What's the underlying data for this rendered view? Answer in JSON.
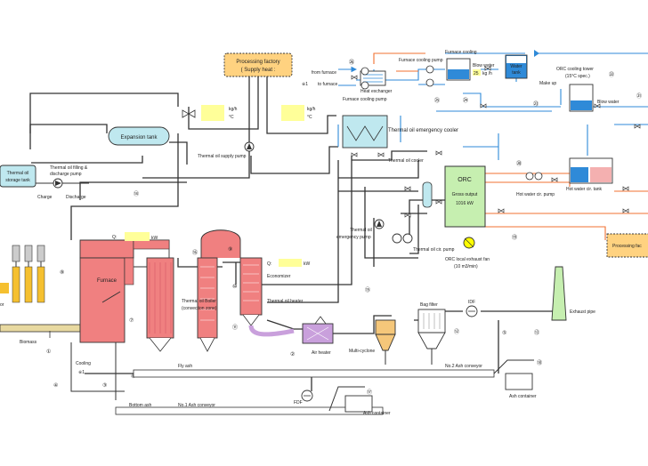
{
  "colors": {
    "furnace": "#f08080",
    "furnace_dark": "#e06070",
    "orc": "#c6efb0",
    "air_heater": "#c9a0dc",
    "cyclone": "#f5c77a",
    "expansion_tank": "#bfe8ef",
    "thermal_oil_line": "#333333",
    "water_line": "#2f8ad8",
    "hot_water_line": "#f07030",
    "yellow_box": "#ffff99",
    "factory_box": "#ffd280"
  },
  "labels": {
    "processing_factory_title": "Processing factory",
    "processing_factory_sub": "( Supply heat :",
    "processing_factory_right": "Processing fac",
    "expansion_tank": "Expansion tank",
    "thermal_oil_storage": "Thermal oil storage tank",
    "filling_pump": "Thermal oil filling & discharge pump",
    "charge": "Charge",
    "discharge": "Discharge",
    "thermal_oil_supply_pump": "Thermal oil supply pump",
    "kg_h": "kg/h",
    "deg_c": "°C",
    "from_furnace": "from furnace",
    "to_furnace": "to furnace",
    "furnace_cooling_pump_top": "Furnace cooling pump",
    "furnace_cooling_pump_bottom": "Furnace cooling pump",
    "furnace_cooling": "Furnace cooling",
    "blow_water": "Blow water",
    "heat_exchanger": "Heat exchanger",
    "water_tank": "Water tank",
    "orc_cooling_tower": "ORC cooling tower",
    "orc_cooling_spec": "(15°C spec.)",
    "make_up": "Make up",
    "blow_water_right": "Blow water",
    "emergency_cooler": "Thermal oil emergency cooler",
    "thermal_oil_cooler": "Thermal oil cooler",
    "orc_title": "ORC",
    "orc_output": "Gross output",
    "orc_kw": "1016  kW",
    "hot_water_pump": "Hot water cir. pump",
    "hot_water_tank": "Hot water cir. tank",
    "emergency_pump": "Thermal oil emergency pump",
    "thermal_oil_cir_pump": "Thermal oil cir. pump",
    "orc_fan": "ORC local exhaust fan",
    "orc_fan_flow": "(10 m3/min)",
    "furnace": "Furnace",
    "q_kw": "kW",
    "q_prefix": "Q:",
    "economizer": "Economizer",
    "thermal_oil_heater": "Thermal oil heater",
    "thermal_oil_boiler": "Thermal oil Boiler",
    "convection_zone": "(convection zone)",
    "air_heater": "Air heater",
    "multi_cyclone": "Multi-cyclone",
    "bag_filter": "Bag filter",
    "idf": "IDF",
    "exhaust_pipe": "Exhaust pipe",
    "biomass": "Biomass",
    "cooling": "Cooling",
    "cooling_1": "※1",
    "from_furnace_marker": "※1",
    "fly_ash": "Fly ash",
    "no2_conveyor": "No.2 Ash conveyor",
    "ash_container_right": "Ash container",
    "bottom_ash": "Bottom ash",
    "no1_conveyor": "No.1 Ash conveyor",
    "fdf": "FDF",
    "ash_container_bottom": "Ash container",
    "or": "or",
    "blow_water_flow_unit": "kg /h"
  },
  "numbers": {
    "n1": "①",
    "n2": "②",
    "n3": "③",
    "n4": "④",
    "n5": "⑤",
    "n6": "⑥",
    "n7": "⑦",
    "n8": "⑧",
    "n9": "⑨",
    "n10": "⑩",
    "n11": "⑪",
    "n12": "⑫",
    "n13": "⑬",
    "n14": "⑭",
    "n15": "⑮",
    "n16": "⑯",
    "n17": "⑰",
    "n18": "⑱",
    "n19": "⑲",
    "n20": "⑳",
    "n21": "㉑",
    "n22": "㉒",
    "n23": "㉓",
    "n24": "㉔",
    "n25": "㉕",
    "n26": "㉖",
    "blow_water_num": "25"
  }
}
